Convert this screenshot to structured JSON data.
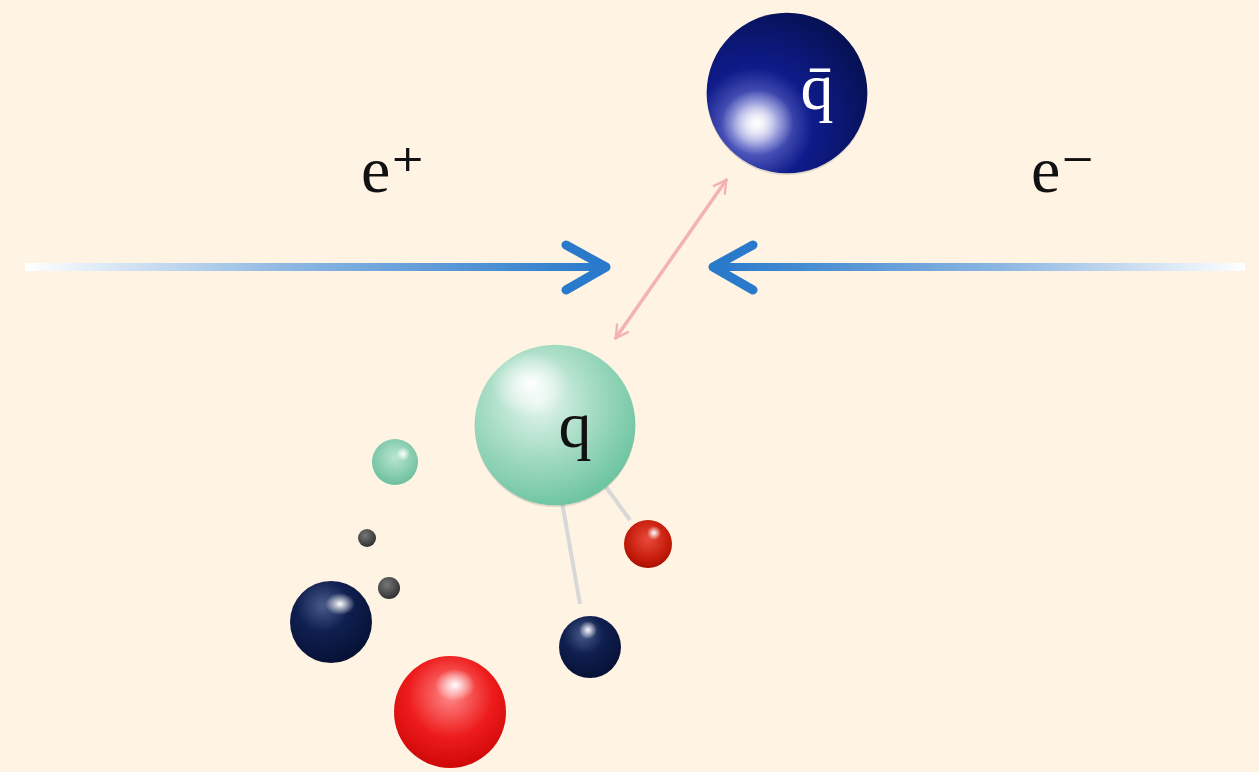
{
  "diagram": {
    "nodes": [
      {
        "text": [
          "q̄"
        ]
      },
      {
        "text": [
          "q"
        ]
      }
    ],
    "edges": [
      {
        "from": 0,
        "to": 1,
        "arrow": "both"
      }
    ],
    "labels": [
      "e⁺",
      "e⁻"
    ]
  }
}
